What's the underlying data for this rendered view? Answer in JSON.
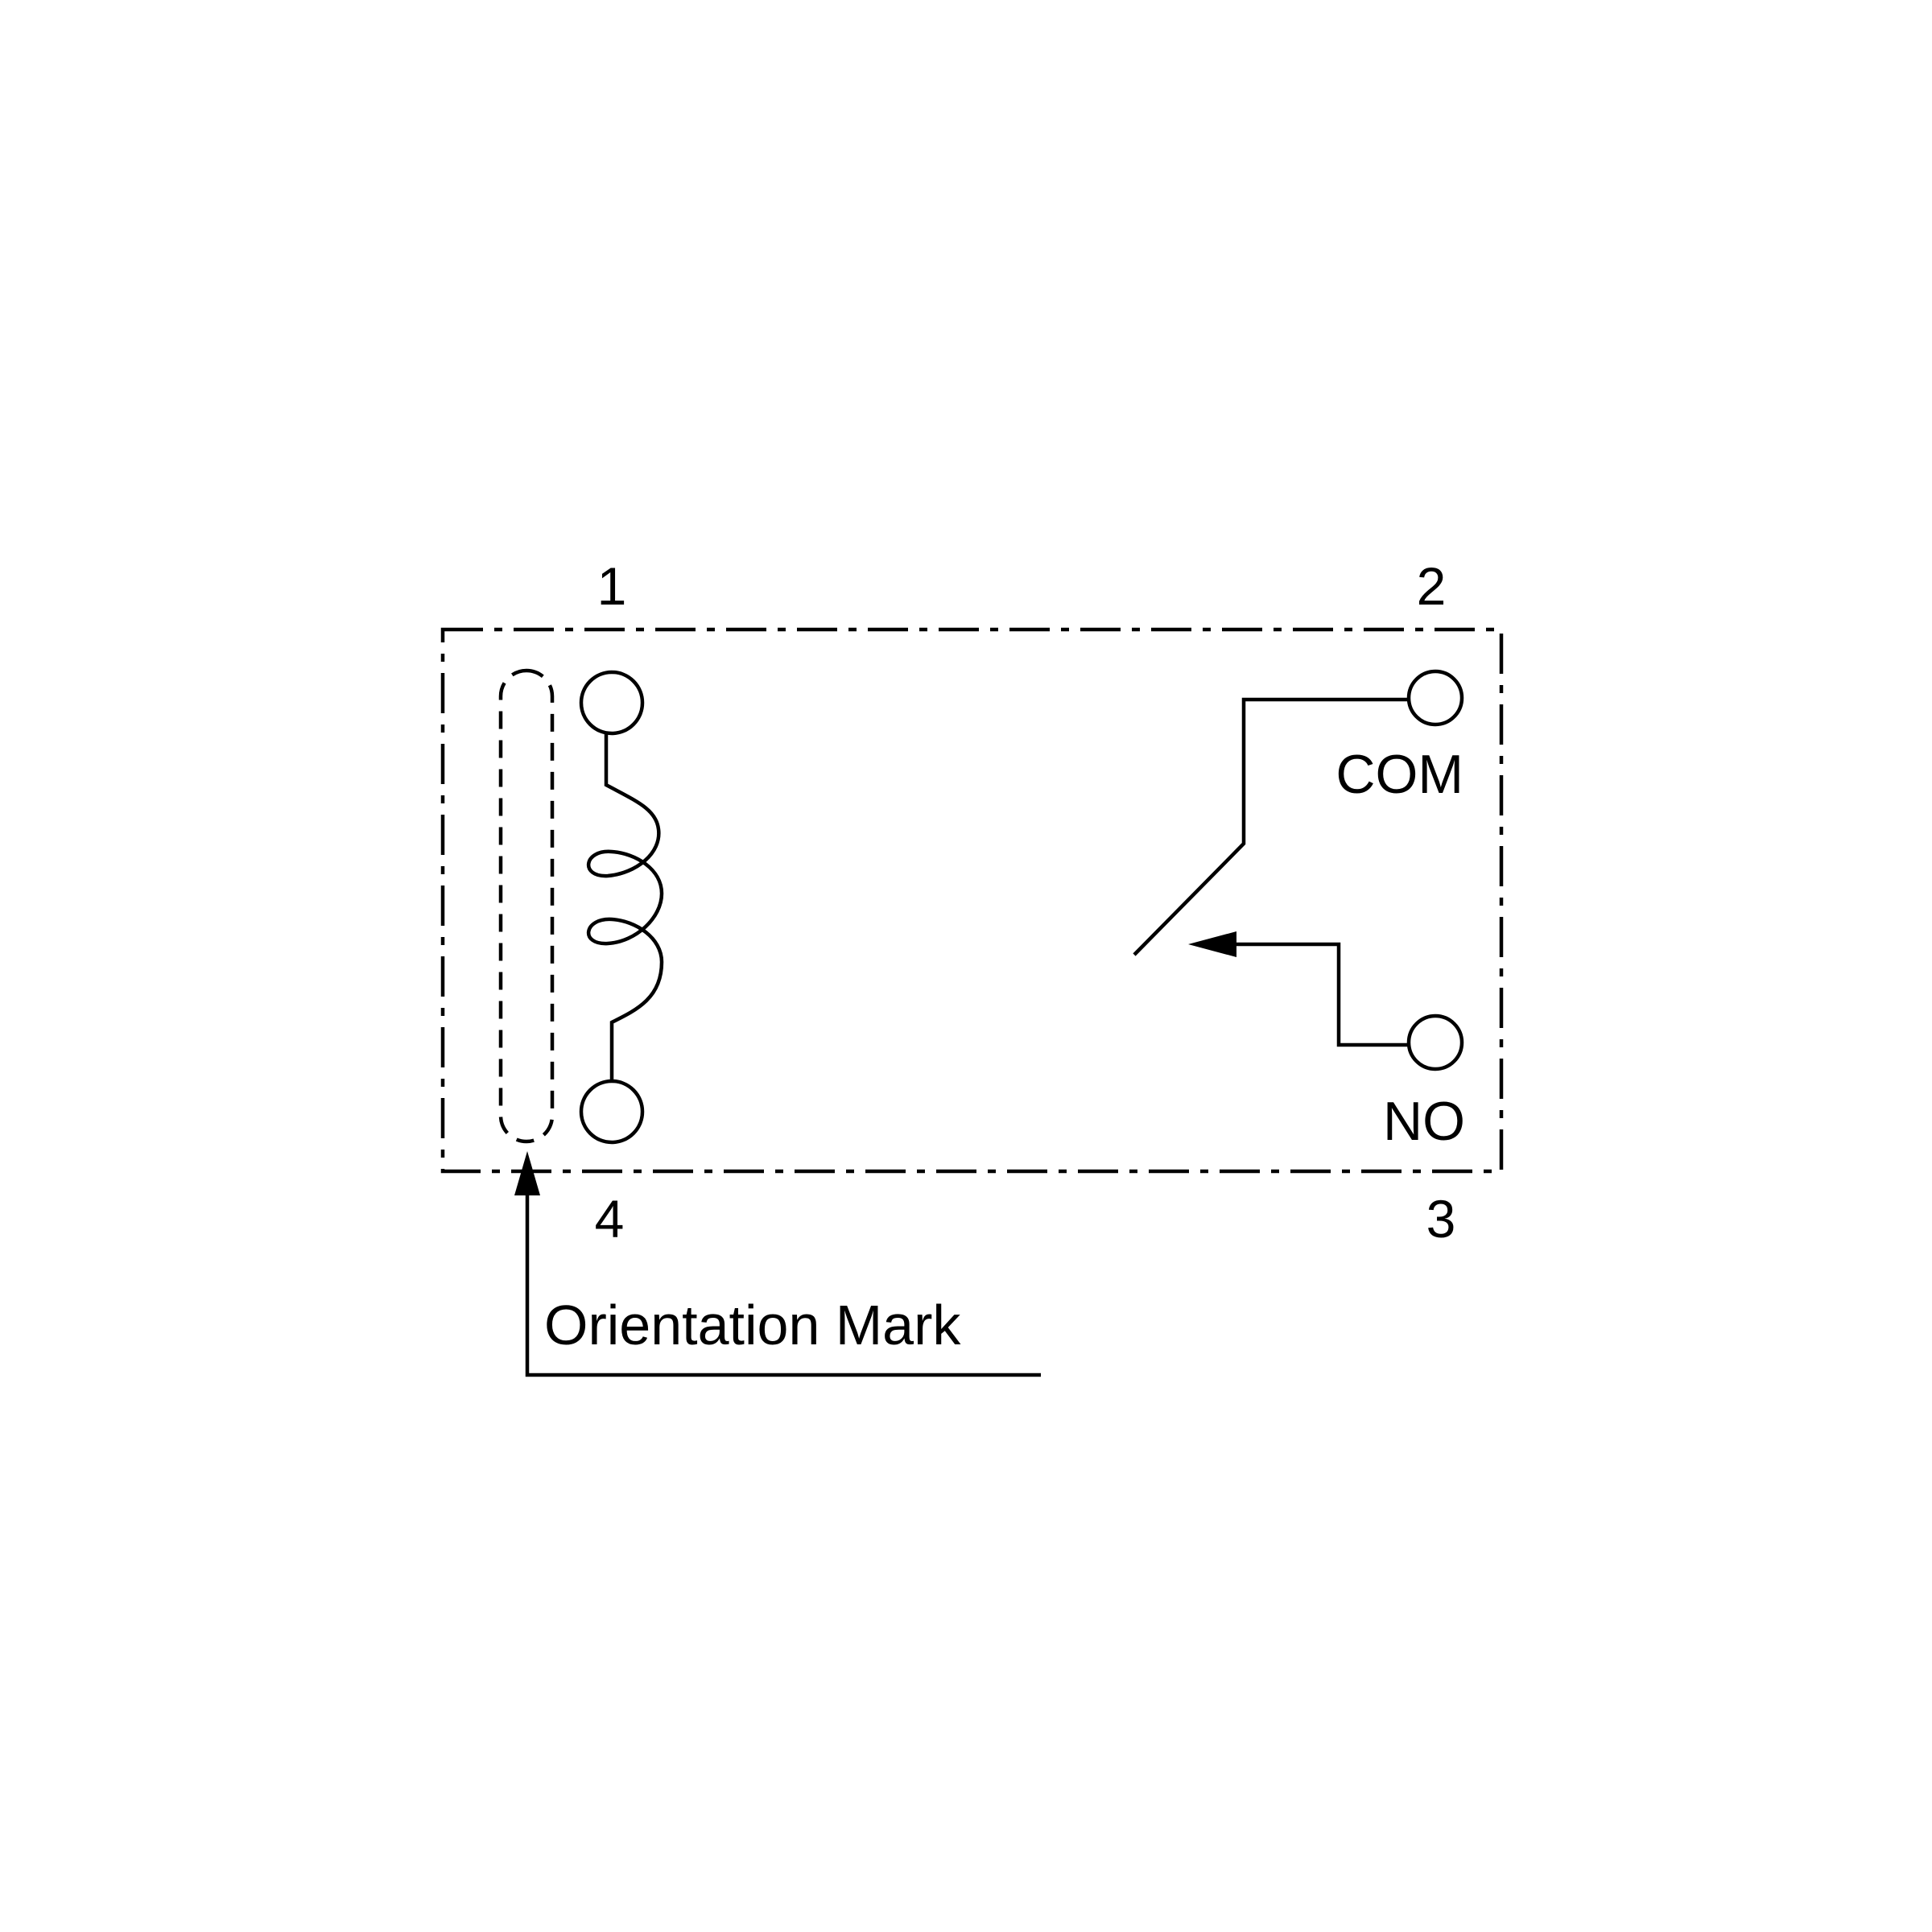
{
  "diagram": {
    "pins": {
      "pin1": "1",
      "pin2": "2",
      "pin3": "3",
      "pin4": "4"
    },
    "contacts": {
      "com": "COM",
      "no": "NO"
    },
    "annotation": "Orientation Mark",
    "icons": {
      "coil": "coil-icon",
      "switch": "relay-switch-icon",
      "orientation_mark": "orientation-mark-icon"
    },
    "colors": {
      "line": "#000000",
      "background": "#ffffff"
    }
  }
}
